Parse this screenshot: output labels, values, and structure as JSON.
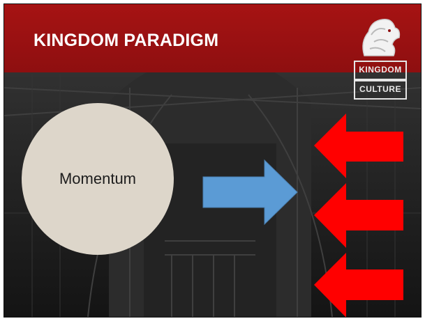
{
  "slide": {
    "title": "KINGDOM PARADIGM",
    "logo": {
      "icon": "lion-icon",
      "line1": "KINGDOM",
      "line2": "CULTURE"
    },
    "circle_label": "Momentum",
    "colors": {
      "header": "#9b1112",
      "circle": "#ddd6ca",
      "blue_arrow": "#5b9bd5",
      "red_arrow": "#ff0000",
      "background": "#1b1b1b"
    }
  }
}
